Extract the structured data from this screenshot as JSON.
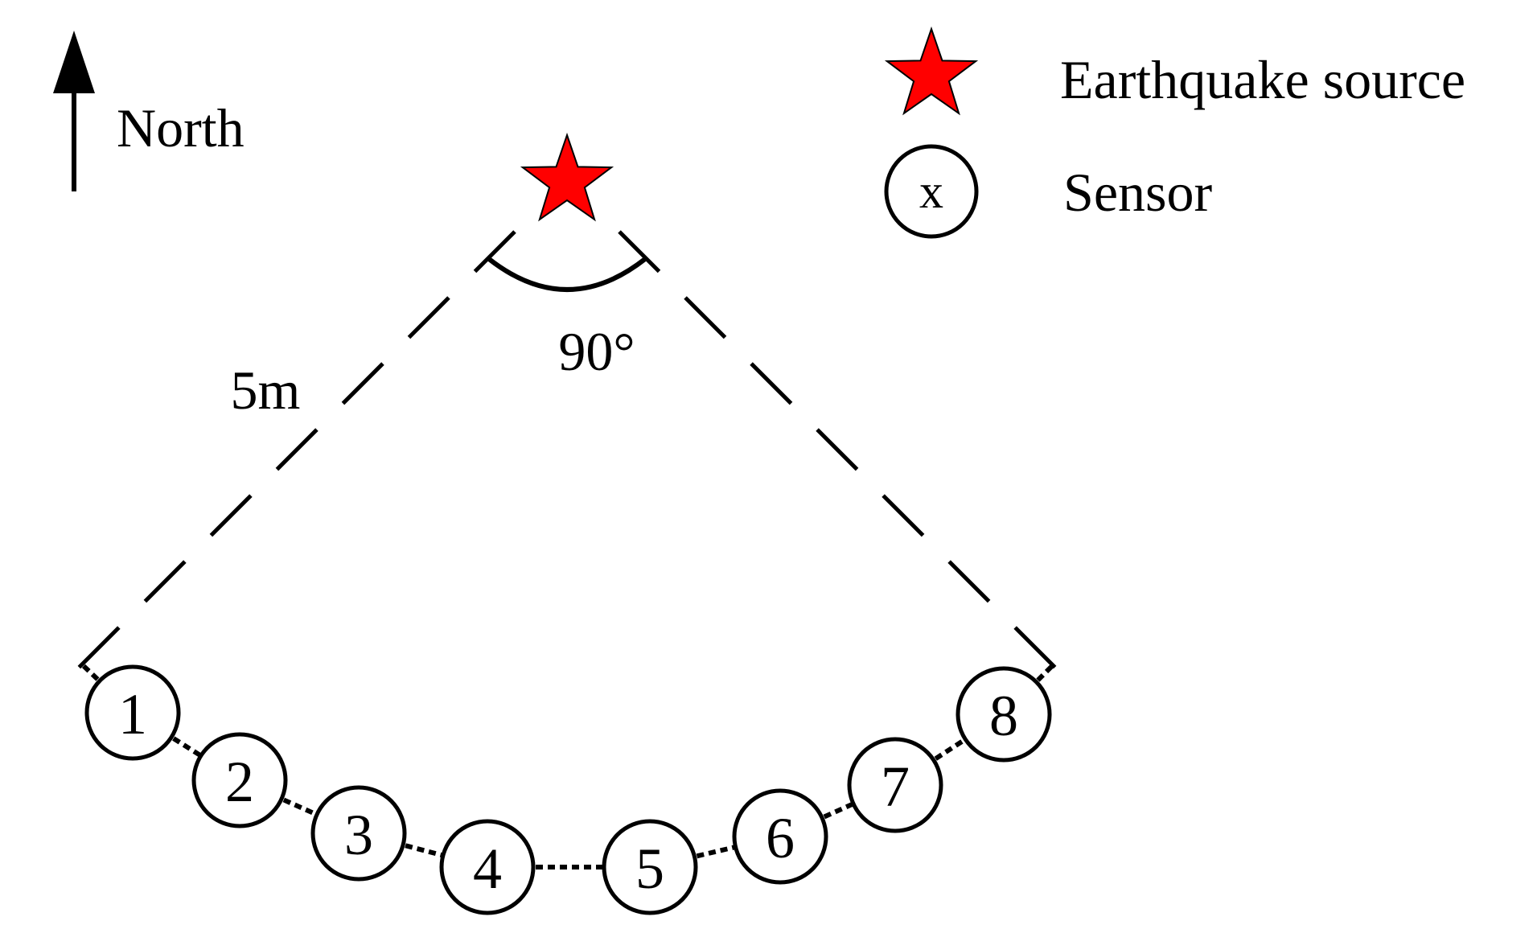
{
  "north_label": "North",
  "legend": {
    "source_label": "Earthquake source",
    "sensor_symbol": "x",
    "sensor_label": "Sensor"
  },
  "distance_label": "5m",
  "angle_label": "90°",
  "sensors": [
    "1",
    "2",
    "3",
    "4",
    "5",
    "6",
    "7",
    "8"
  ],
  "colors": {
    "star": "#ff0000",
    "line": "#000000"
  }
}
